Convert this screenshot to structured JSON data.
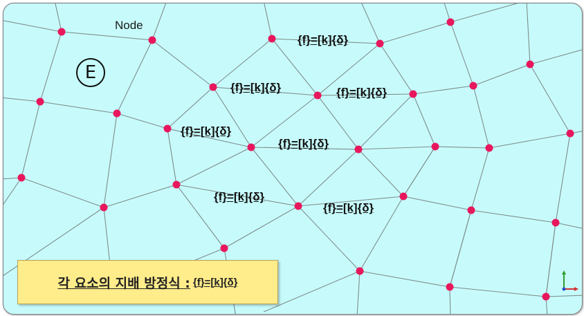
{
  "diagram": {
    "node_label": "Node",
    "element_symbol": "E",
    "equation_label": "{f}=[k]{δ}",
    "caption_text": "각 요소의 지배 방정식 :",
    "caption_equation": "{f}=[k]{δ}",
    "colors": {
      "background": "#c7fbfb",
      "mesh_line": "#7f8c8c",
      "node": "#e8175d",
      "caption_fill": "#ffec8b"
    }
  }
}
